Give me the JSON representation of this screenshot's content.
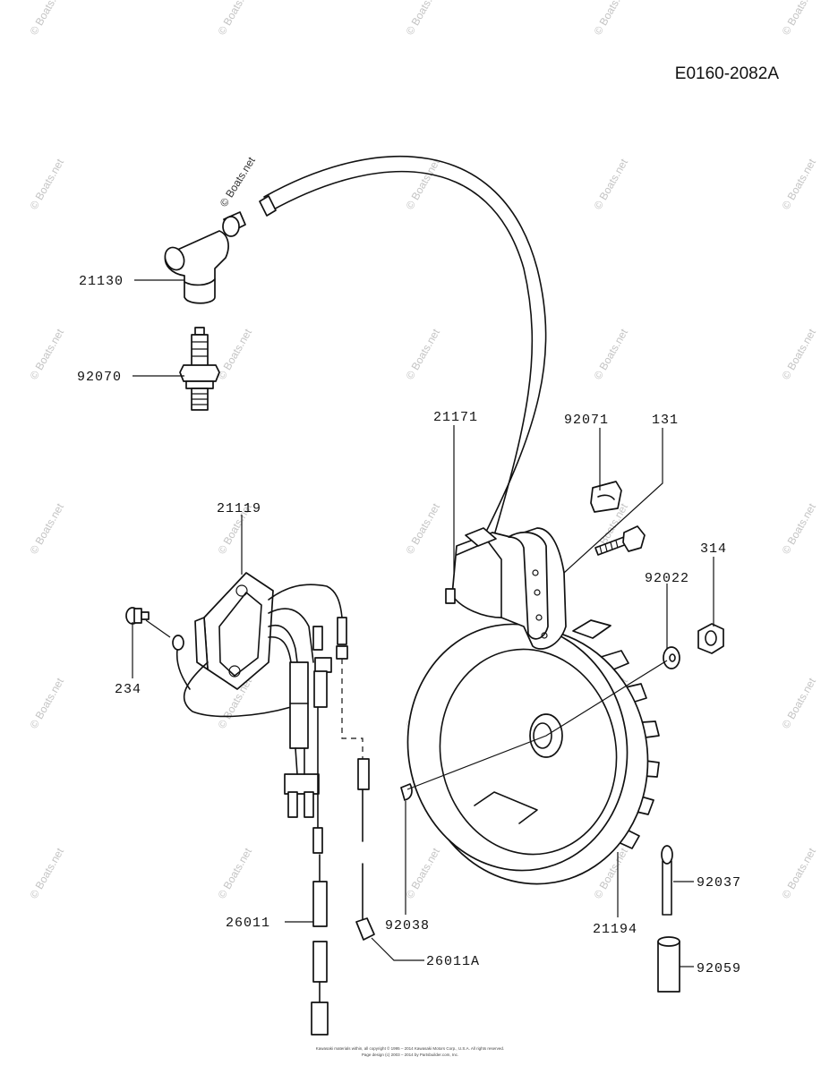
{
  "diagram_code": "E0160-2082A",
  "watermark": "© Boats.net",
  "footer": {
    "line1": "Kawasaki materials within, all copyright © 1995 – 2014 Kawasaki Motors Corp., U.S.A. All rights reserved.",
    "line2": "Page design (c) 2003 – 2014 by Partsbuilder.com, Inc."
  },
  "parts": {
    "p21130": "21130",
    "p92070": "92070",
    "p21171": "21171",
    "p92071": "92071",
    "p131": "131",
    "p21119": "21119",
    "p314": "314",
    "p92022": "92022",
    "p234": "234",
    "p26011": "26011",
    "p92038": "92038",
    "p26011A": "26011A",
    "p21194": "21194",
    "p92037": "92037",
    "p92059": "92059"
  }
}
